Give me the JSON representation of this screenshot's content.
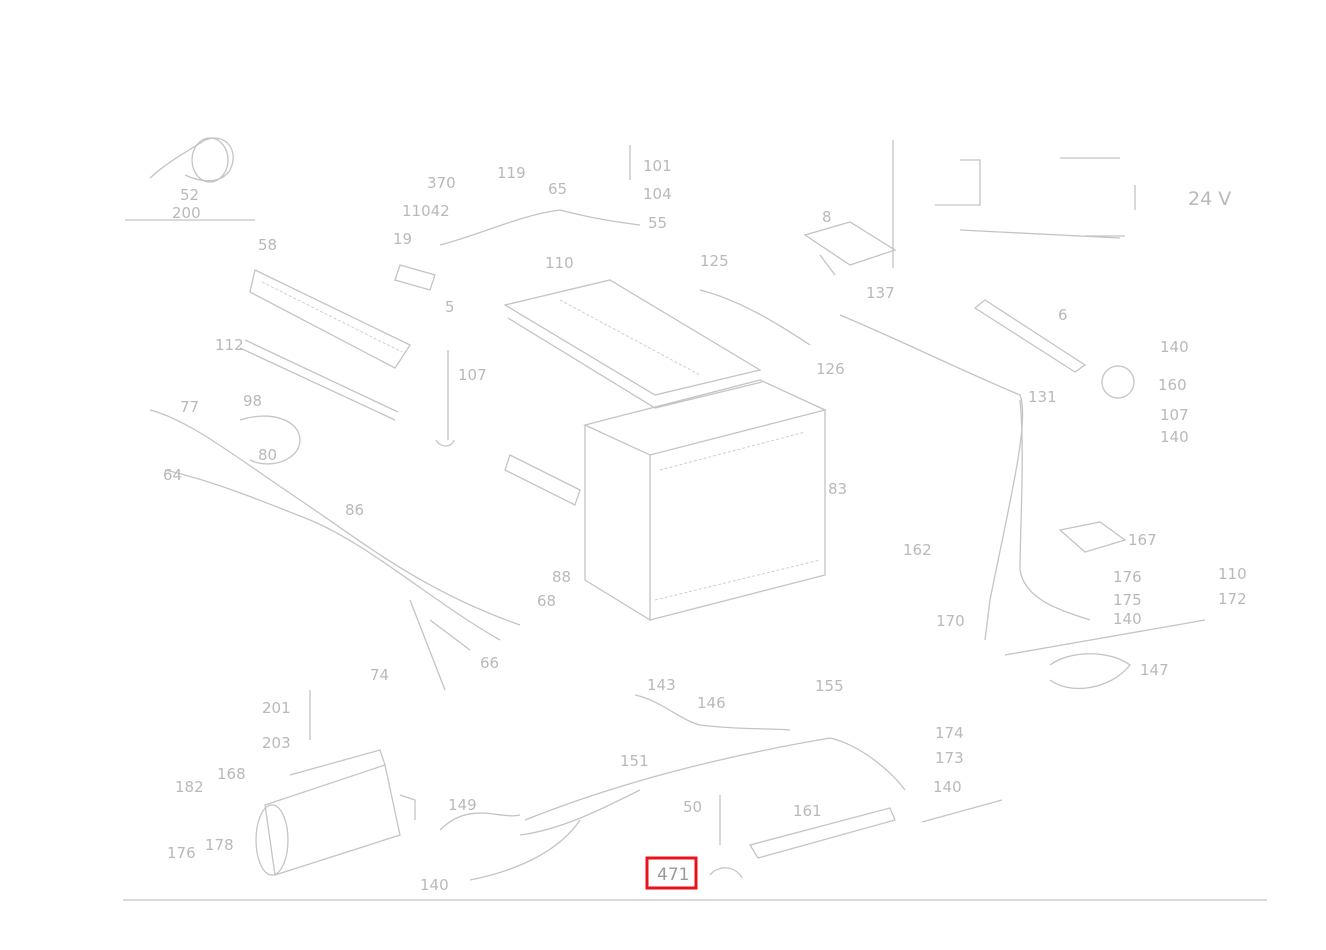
{
  "diagram": {
    "voltage_label": "24 V",
    "highlighted_label": "471",
    "labels": [
      {
        "id": "52",
        "text": "52"
      },
      {
        "id": "200",
        "text": "200"
      },
      {
        "id": "370",
        "text": "370"
      },
      {
        "id": "11042",
        "text": "11042"
      },
      {
        "id": "119",
        "text": "119"
      },
      {
        "id": "65",
        "text": "65"
      },
      {
        "id": "101",
        "text": "101"
      },
      {
        "id": "104",
        "text": "104"
      },
      {
        "id": "55",
        "text": "55"
      },
      {
        "id": "19",
        "text": "19"
      },
      {
        "id": "110",
        "text": "110"
      },
      {
        "id": "58",
        "text": "58"
      },
      {
        "id": "5",
        "text": "5"
      },
      {
        "id": "112",
        "text": "112"
      },
      {
        "id": "107",
        "text": "107"
      },
      {
        "id": "125",
        "text": "125"
      },
      {
        "id": "126",
        "text": "126"
      },
      {
        "id": "137",
        "text": "137"
      },
      {
        "id": "8",
        "text": "8"
      },
      {
        "id": "6",
        "text": "6"
      },
      {
        "id": "140a",
        "text": "140"
      },
      {
        "id": "160",
        "text": "160"
      },
      {
        "id": "107b",
        "text": "107"
      },
      {
        "id": "140b",
        "text": "140"
      },
      {
        "id": "131",
        "text": "131"
      },
      {
        "id": "77",
        "text": "77"
      },
      {
        "id": "98",
        "text": "98"
      },
      {
        "id": "80",
        "text": "80"
      },
      {
        "id": "64",
        "text": "64"
      },
      {
        "id": "83",
        "text": "83"
      },
      {
        "id": "86",
        "text": "86"
      },
      {
        "id": "88",
        "text": "88"
      },
      {
        "id": "68",
        "text": "68"
      },
      {
        "id": "74",
        "text": "74"
      },
      {
        "id": "66",
        "text": "66"
      },
      {
        "id": "162",
        "text": "162"
      },
      {
        "id": "167",
        "text": "167"
      },
      {
        "id": "176a",
        "text": "176"
      },
      {
        "id": "175",
        "text": "175"
      },
      {
        "id": "110b",
        "text": "110"
      },
      {
        "id": "172",
        "text": "172"
      },
      {
        "id": "140c",
        "text": "140"
      },
      {
        "id": "170",
        "text": "170"
      },
      {
        "id": "147",
        "text": "147"
      },
      {
        "id": "143",
        "text": "143"
      },
      {
        "id": "146",
        "text": "146"
      },
      {
        "id": "155",
        "text": "155"
      },
      {
        "id": "201",
        "text": "201"
      },
      {
        "id": "203",
        "text": "203"
      },
      {
        "id": "174",
        "text": "174"
      },
      {
        "id": "173",
        "text": "173"
      },
      {
        "id": "140d",
        "text": "140"
      },
      {
        "id": "182",
        "text": "182"
      },
      {
        "id": "168",
        "text": "168"
      },
      {
        "id": "151",
        "text": "151"
      },
      {
        "id": "149",
        "text": "149"
      },
      {
        "id": "161",
        "text": "161"
      },
      {
        "id": "50",
        "text": "50"
      },
      {
        "id": "176b",
        "text": "176"
      },
      {
        "id": "178",
        "text": "178"
      },
      {
        "id": "140e",
        "text": "140"
      }
    ]
  }
}
